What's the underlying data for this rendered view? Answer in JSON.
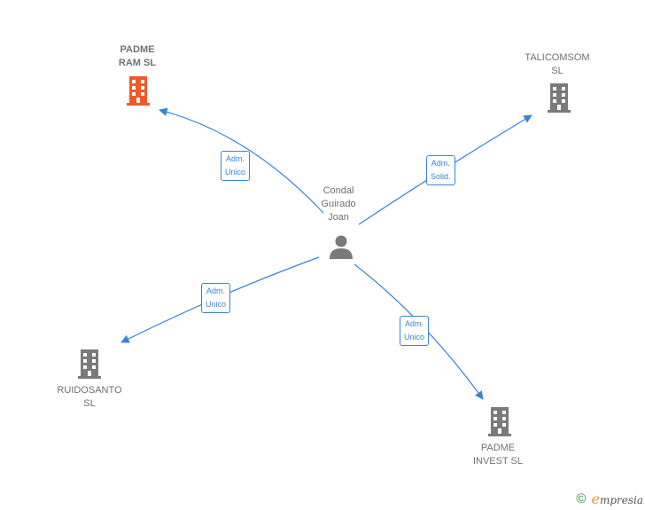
{
  "center": {
    "name_lines": [
      "Condal",
      "Guirado",
      "Joan"
    ],
    "icon": "person-icon"
  },
  "companies": [
    {
      "id": "padme-ram",
      "lines": [
        "PADME",
        "RAM  SL"
      ],
      "color": "#f05a28",
      "bold": true,
      "icon": "building-icon"
    },
    {
      "id": "talicomsom",
      "lines": [
        "TALICOMSOM",
        "SL"
      ],
      "color": "#7a7a7a",
      "bold": false,
      "icon": "building-icon"
    },
    {
      "id": "ruidosanto",
      "lines": [
        "RUIDOSANTO",
        "SL"
      ],
      "color": "#7a7a7a",
      "bold": false,
      "icon": "building-icon"
    },
    {
      "id": "padme-invest",
      "lines": [
        "PADME",
        "INVEST  SL"
      ],
      "color": "#7a7a7a",
      "bold": false,
      "icon": "building-icon"
    }
  ],
  "relations": [
    {
      "target": "padme-ram",
      "label_lines": [
        "Adm.",
        "Unico"
      ]
    },
    {
      "target": "talicomsom",
      "label_lines": [
        "Adm.",
        "Solid."
      ]
    },
    {
      "target": "ruidosanto",
      "label_lines": [
        "Adm.",
        "Unico"
      ]
    },
    {
      "target": "padme-invest",
      "label_lines": [
        "Adm.",
        "Unico"
      ]
    }
  ],
  "footer": {
    "copyright": "©",
    "brand_initial": "e",
    "brand_rest": "mpresia"
  },
  "colors": {
    "edge": "#3a83d5",
    "highlight": "#f05a28",
    "icon": "#7a7a7a"
  }
}
